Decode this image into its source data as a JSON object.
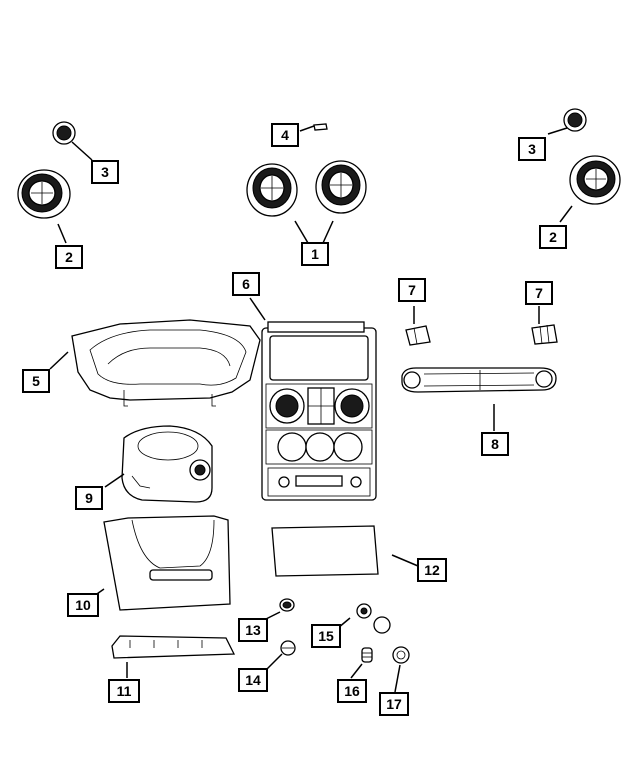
{
  "callouts": {
    "c1": "1",
    "c2a": "2",
    "c2b": "2",
    "c3a": "3",
    "c3b": "3",
    "c4": "4",
    "c5": "5",
    "c6": "6",
    "c7a": "7",
    "c7b": "7",
    "c8": "8",
    "c9": "9",
    "c10": "10",
    "c11": "11",
    "c12": "12",
    "c13": "13",
    "c14": "14",
    "c15": "15",
    "c16": "16",
    "c17": "17"
  },
  "colors": {
    "line": "#000000",
    "background": "#ffffff",
    "dark_fill": "#1a1a1a"
  }
}
